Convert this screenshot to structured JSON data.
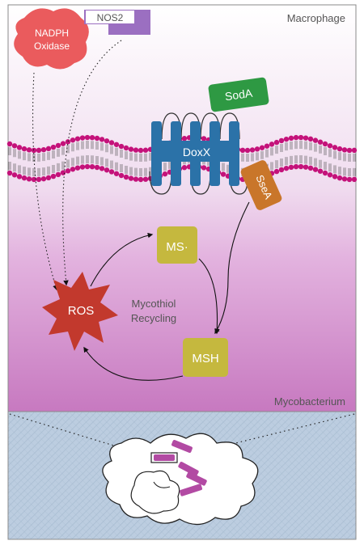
{
  "labels": {
    "macrophage": "Macrophage",
    "mycobacterium": "Mycobacterium",
    "nadph_line1": "NADPH",
    "nadph_line2": "Oxidase",
    "nos2": "NOS2",
    "soda": "SodA",
    "doxx": "DoxX",
    "ssea": "SseA",
    "ms_radical": "MS·",
    "msh": "MSH",
    "ros": "ROS",
    "cycle_line1": "Mycothiol",
    "cycle_line2": "Recycling"
  },
  "colors": {
    "nadph_oxidase": "#ea5b5d",
    "nos2": "#9b6fc1",
    "soda": "#2e9943",
    "doxx": "#2b72a8",
    "ssea": "#c9762a",
    "thiol_box": "#c5b83e",
    "ros": "#c2392d",
    "lipid_head": "#c4127a",
    "bacterium_rod": "#b24aa3",
    "host_bg_bottom": "#c779c0",
    "tissue_bg": "#b9cbdb"
  }
}
